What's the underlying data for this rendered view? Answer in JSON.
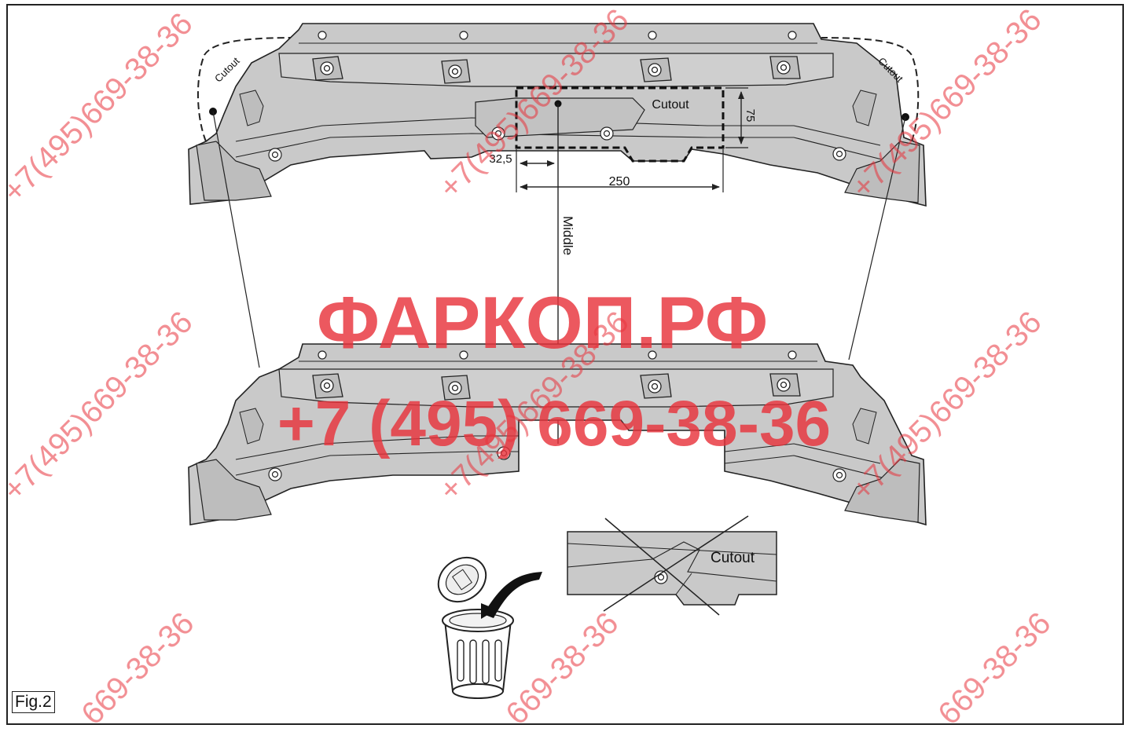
{
  "figure": {
    "label": "Fig.2"
  },
  "labels": {
    "cutout": "Cutout",
    "cutout_left": "Cutout",
    "cutout_right": "Cutout",
    "cutout_detail": "Cutout",
    "middle": "Middle",
    "dim_250": "250",
    "dim_75": "75",
    "dim_32_5": "32,5"
  },
  "watermark": {
    "title": "ФАРКОП.РФ",
    "phone": "+7 (495) 669-38-36",
    "diagonal": "+7(495)669-38-36",
    "diagonal_short": "669-38-36",
    "color": "#e8343c"
  },
  "colors": {
    "part_fill": "#c9c9c9",
    "line": "#222222",
    "background": "#ffffff"
  }
}
